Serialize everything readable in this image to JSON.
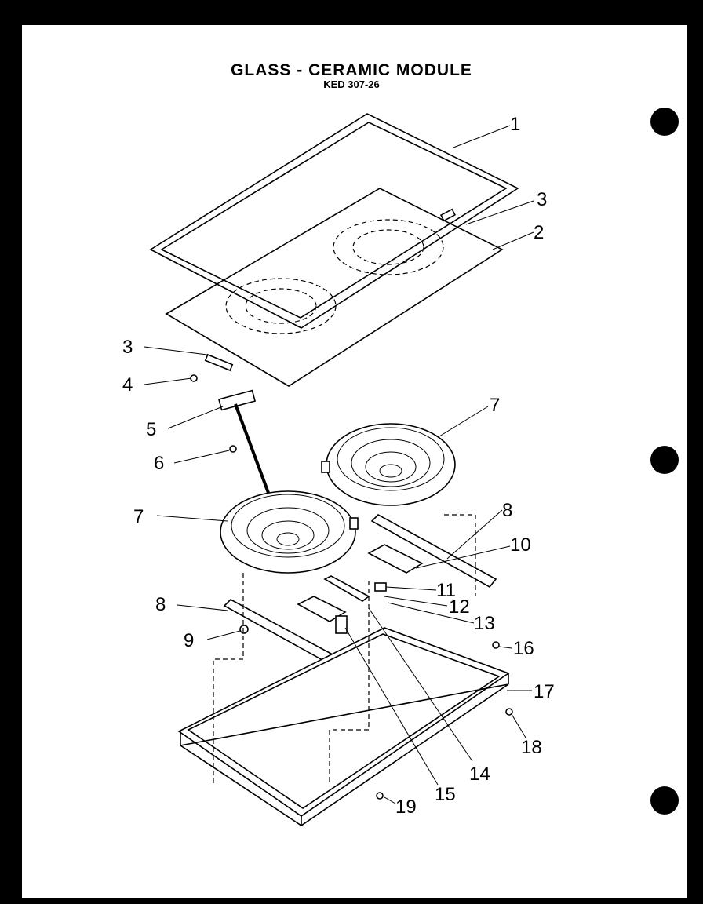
{
  "title": "GLASS - CERAMIC MODULE",
  "subtitle": "KED 307-26",
  "callouts": [
    "1",
    "3",
    "2",
    "3",
    "4",
    "5",
    "6",
    "7",
    "7",
    "8",
    "10",
    "11",
    "12",
    "13",
    "8",
    "9",
    "16",
    "17",
    "18",
    "14",
    "15",
    "19"
  ]
}
